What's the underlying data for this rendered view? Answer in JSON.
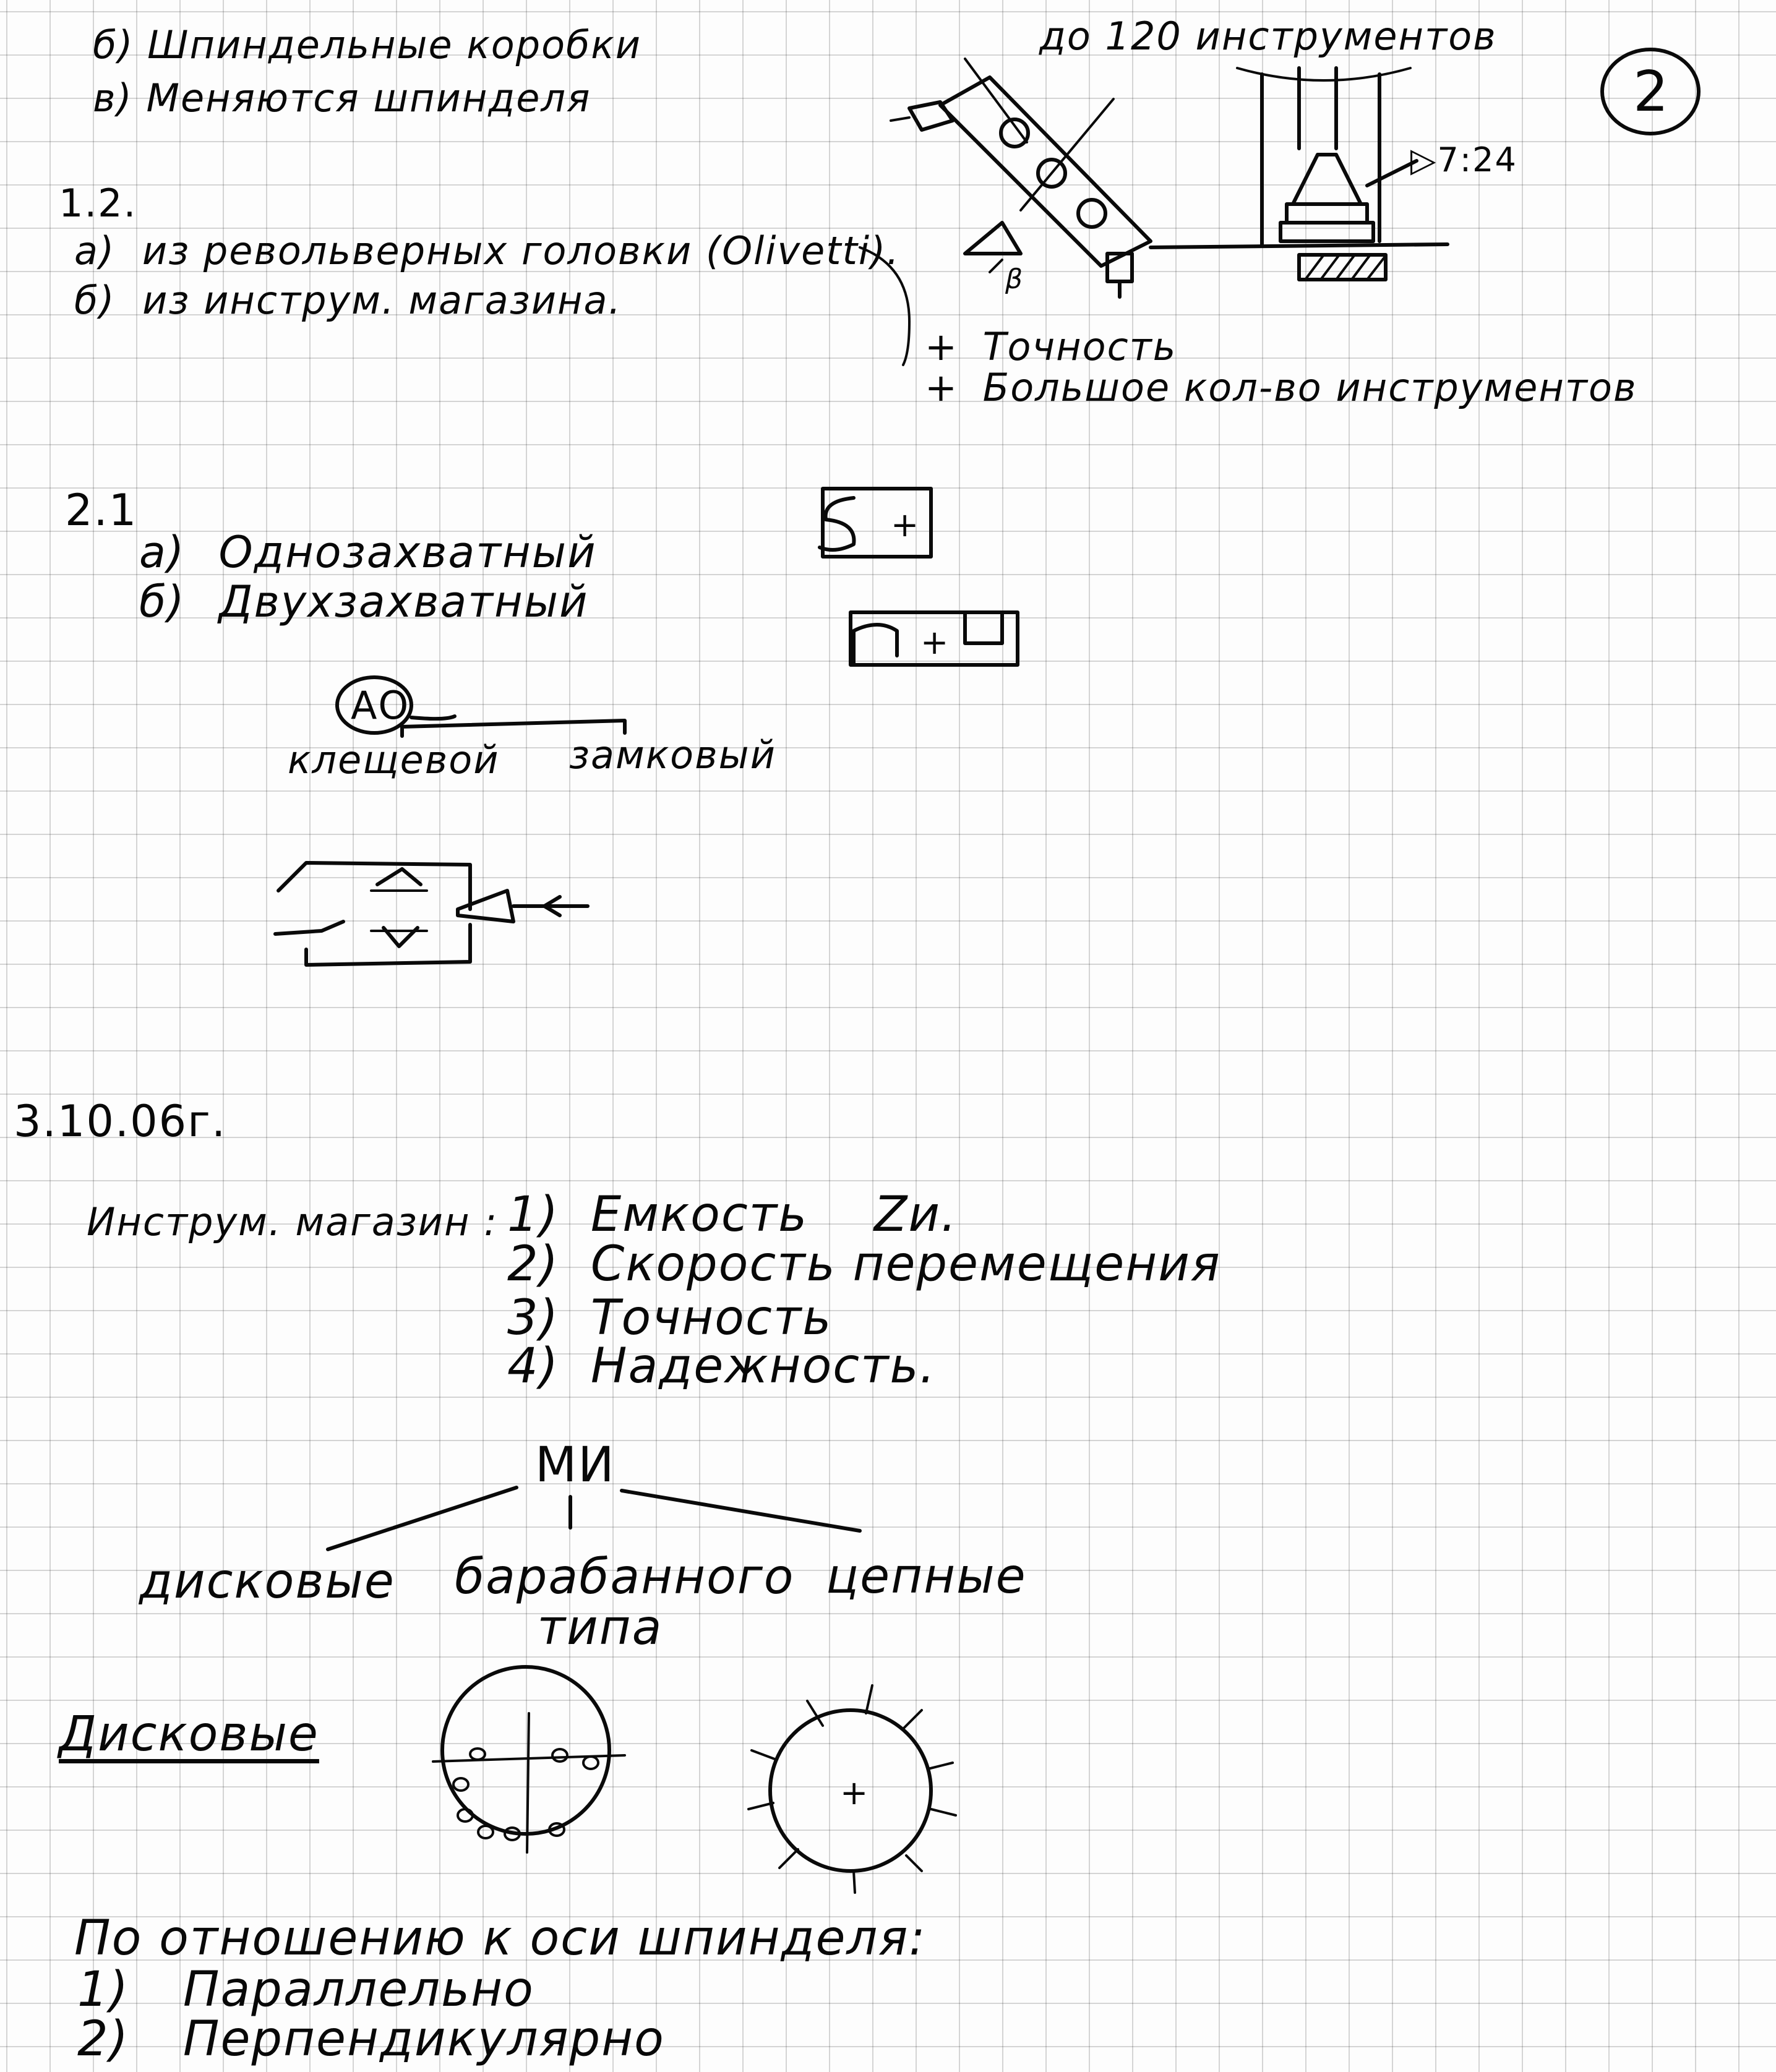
{
  "page_number": "2",
  "top_list": [
    {
      "marker": "б)",
      "text": "Шпиндельные коробки"
    },
    {
      "marker": "в)",
      "text": "Меняются шпинделя"
    }
  ],
  "figure_caption": "до 120 инструментов",
  "taper_label": "7:24",
  "angle_label": "β",
  "section_1_2": {
    "number": "1.2.",
    "items": [
      {
        "marker": "а)",
        "text": "из револьверных головки (Olivetti)."
      },
      {
        "marker": "б)",
        "text": "из инструм. магазина."
      }
    ],
    "pros": [
      {
        "mark": "+",
        "text": "Точность"
      },
      {
        "mark": "+",
        "text": "Большое кол-во инструментов"
      }
    ]
  },
  "section_2_1": {
    "number": "2.1",
    "items": [
      {
        "marker": "а)",
        "text": "Однозахватный"
      },
      {
        "marker": "б)",
        "text": "Двухзахватный"
      }
    ],
    "circle_label": "АО",
    "branches": [
      "клещевой",
      "замковый"
    ]
  },
  "date": "3.10.06г.",
  "magazine": {
    "label": "Инструм. магазин :",
    "items": [
      {
        "marker": "1)",
        "text": "Емкость",
        "extra": "Zи."
      },
      {
        "marker": "2)",
        "text": "Скорость перемещения",
        "extra": ""
      },
      {
        "marker": "3)",
        "text": "Точность",
        "extra": ""
      },
      {
        "marker": "4)",
        "text": "Надежность.",
        "extra": ""
      }
    ]
  },
  "tree": {
    "root": "МИ",
    "children": [
      "дисковые",
      "барабанного типа",
      "цепные"
    ]
  },
  "disk_heading": "Дисковые",
  "spindle": {
    "heading": "По отношению к оси шпинделя:",
    "items": [
      {
        "marker": "1)",
        "text": "Параллельно"
      },
      {
        "marker": "2)",
        "text": "Перпендикулярно"
      }
    ]
  }
}
